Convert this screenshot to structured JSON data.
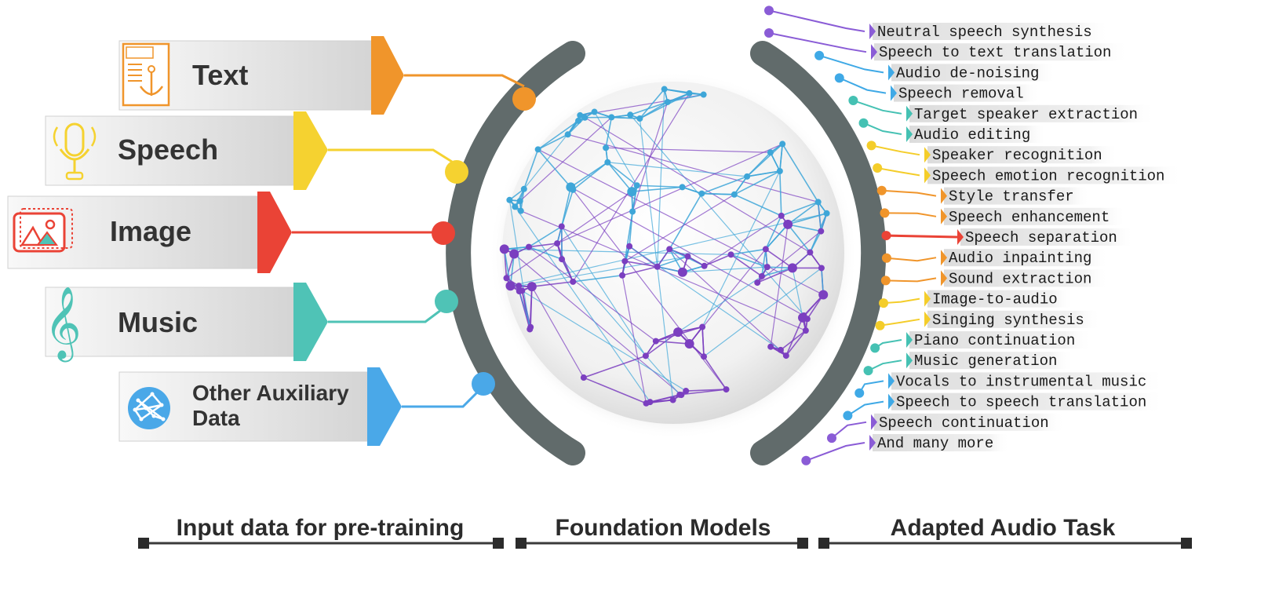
{
  "inputs": [
    {
      "label": "Text",
      "color": "#f0952b",
      "icon": "text-anchor-icon"
    },
    {
      "label": "Speech",
      "color": "#f5d230",
      "icon": "microphone-icon"
    },
    {
      "label": "Image",
      "color": "#ea4336",
      "icon": "image-icon"
    },
    {
      "label": "Music",
      "color": "#4fc3b6",
      "icon": "treble-clef-icon"
    },
    {
      "label": "Other Auxiliary",
      "label_line2": "Data",
      "color": "#4aa8e8",
      "icon": "network-globe-icon"
    }
  ],
  "tasks": [
    {
      "label": "Neutral speech synthesis",
      "color": "#8a5cd6"
    },
    {
      "label": "Speech to text translation",
      "color": "#8a5cd6"
    },
    {
      "label": "Audio de-noising",
      "color": "#3fa9e6"
    },
    {
      "label": "Speech removal",
      "color": "#3fa9e6"
    },
    {
      "label": "Target speaker extraction",
      "color": "#45c1b3"
    },
    {
      "label": "Audio editing",
      "color": "#45c1b3"
    },
    {
      "label": "Speaker recognition",
      "color": "#f4cd2a"
    },
    {
      "label": "Speech emotion recognition",
      "color": "#f4cd2a"
    },
    {
      "label": "Style transfer",
      "color": "#f0952b"
    },
    {
      "label": "Speech enhancement",
      "color": "#f0952b"
    },
    {
      "label": "Speech separation",
      "color": "#ea4336"
    },
    {
      "label": "Audio inpainting",
      "color": "#f0952b"
    },
    {
      "label": "Sound extraction",
      "color": "#f0952b"
    },
    {
      "label": "Image-to-audio",
      "color": "#f4cd2a"
    },
    {
      "label": "Singing synthesis",
      "color": "#f4cd2a"
    },
    {
      "label": "Piano continuation",
      "color": "#45c1b3"
    },
    {
      "label": "Music generation",
      "color": "#45c1b3"
    },
    {
      "label": "Vocals to instrumental music",
      "color": "#3fa9e6"
    },
    {
      "label": "Speech to speech translation",
      "color": "#3fa9e6"
    },
    {
      "label": "Speech continuation",
      "color": "#8a5cd6"
    },
    {
      "label": "And many more",
      "color": "#8a5cd6"
    }
  ],
  "footer": {
    "input": "Input data for pre-training",
    "foundation": "Foundation Models",
    "adapted": "Adapted Audio Task"
  },
  "colors": {
    "arc": "#616b6b",
    "network_primary": "#7b3fc0",
    "network_secondary": "#3ea6d8"
  }
}
